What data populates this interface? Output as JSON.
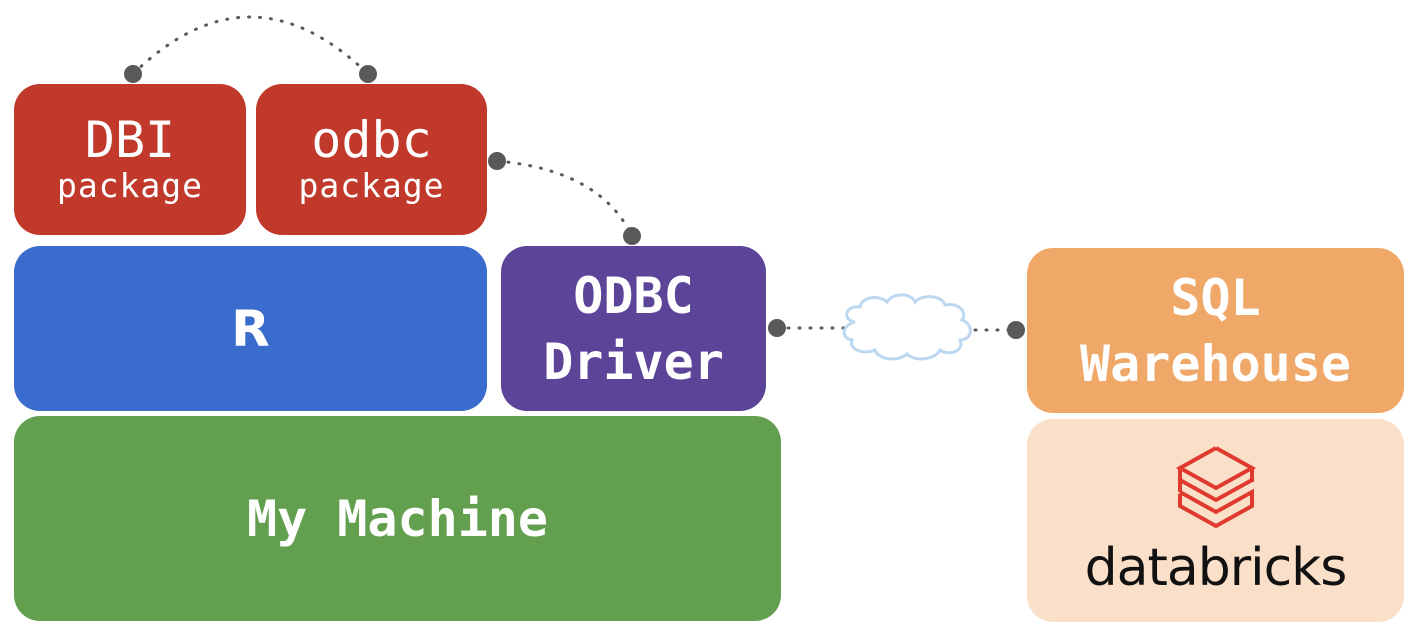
{
  "diagram": {
    "title": "",
    "nodes": {
      "dbi": {
        "main": "DBI",
        "sub": "package",
        "color": "#c0392b"
      },
      "odbc_pkg": {
        "main": "odbc",
        "sub": "package",
        "color": "#c0392b"
      },
      "r": {
        "label": "R",
        "color": "#3a6ccd"
      },
      "odbc_driver": {
        "line1": "ODBC",
        "line2": "Driver",
        "color": "#5c4599"
      },
      "my_machine": {
        "label": "My Machine",
        "color": "#629f4e"
      },
      "sql_warehouse": {
        "line1": "SQL",
        "line2": "Warehouse",
        "color": "#f0a868"
      },
      "databricks": {
        "label": "databricks",
        "color": "#fae0c8",
        "logo_color": "#e03a2f"
      }
    },
    "connectors": [
      {
        "from": "DBI",
        "to": "odbc",
        "style": "dotted"
      },
      {
        "from": "odbc",
        "to": "ODBC Driver",
        "style": "dotted"
      },
      {
        "from": "ODBC Driver",
        "to": "SQL Warehouse",
        "style": "dotted",
        "via": "cloud"
      }
    ],
    "connector_color": "#595959",
    "cloud_color": "#bcd8f0"
  }
}
